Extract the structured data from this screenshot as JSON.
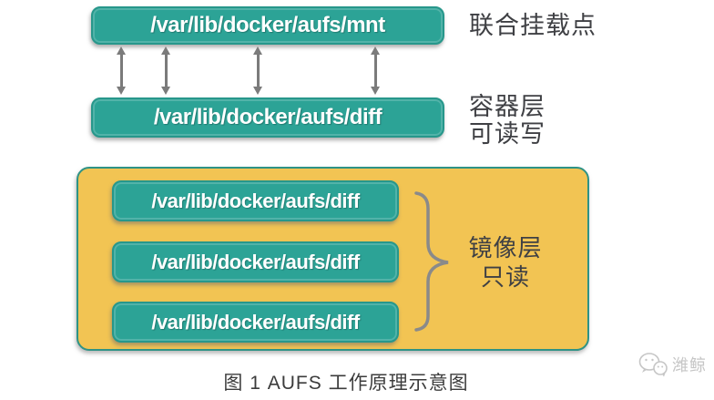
{
  "nodes": {
    "union_mount": {
      "path": "/var/lib/docker/aufs/mnt",
      "label": "联合挂载点"
    },
    "container_layer": {
      "path": "/var/lib/docker/aufs/diff",
      "label_lines": [
        "容器层",
        "可读写"
      ]
    },
    "image_layer_group": {
      "paths": [
        "/var/lib/docker/aufs/diff",
        "/var/lib/docker/aufs/diff",
        "/var/lib/docker/aufs/diff"
      ],
      "label_lines": [
        "镜像层",
        "只读"
      ]
    }
  },
  "arrows": {
    "count": 4,
    "style": "double-headed-vertical"
  },
  "caption": "图 1 AUFS 工作原理示意图",
  "watermark": {
    "icon": "wechat-icon",
    "name": "潍鲸"
  },
  "colors": {
    "box_fill": "#2CA396",
    "box_border": "#27978B",
    "box_text": "#FFFFFF",
    "group_fill": "#F2C453",
    "group_border": "#2F9386",
    "arrow": "#7B7B7B",
    "brace": "#8A8A8A",
    "label_text": "#3F4044",
    "watermark": "#C6C6C6"
  }
}
